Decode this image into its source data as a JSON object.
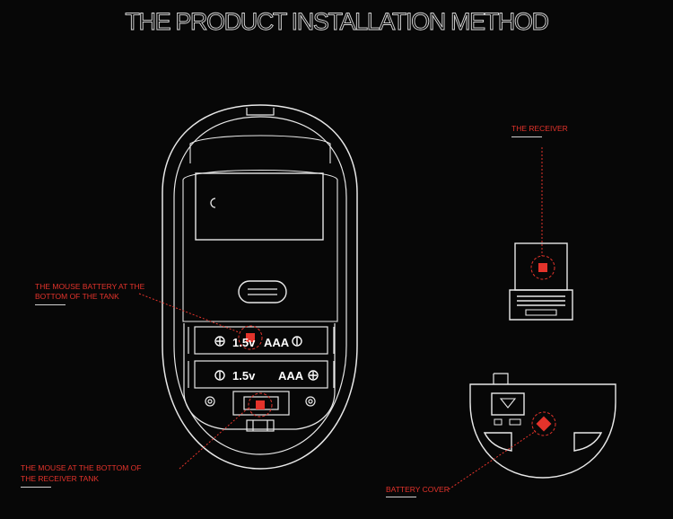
{
  "title": "THE PRODUCT INSTALLATION METHOD",
  "labels": {
    "receiver": "THE RECEIVER",
    "battery_tank_line1": "THE MOUSE BATTERY AT THE",
    "battery_tank_line2": "BOTTOM OF THE TANK",
    "receiver_tank_line1": "THE MOUSE AT THE BOTTOM OF",
    "receiver_tank_line2": "THE RECEIVER TANK",
    "battery_cover": "BATTERY COVER"
  },
  "battery_markings": {
    "top_voltage": "1.5v",
    "top_type": "AAA",
    "bottom_voltage": "1.5v",
    "bottom_type": "AAA"
  },
  "colors": {
    "background": "#070707",
    "line": "#e8e8e8",
    "accent": "#e3332b"
  }
}
